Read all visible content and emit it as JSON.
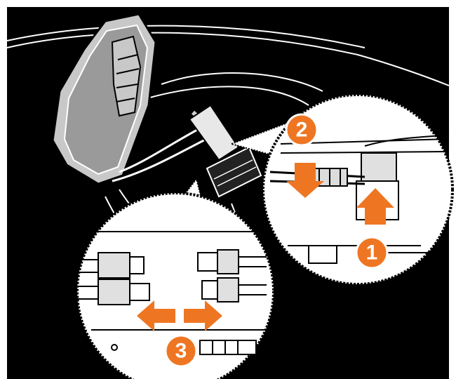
{
  "figure": {
    "kind": "installation-instruction-illustration",
    "colors": {
      "background": "#000000",
      "line_art": "#ffffff",
      "accent": "#ee7623",
      "callout_fill": "#ffffff",
      "callout_border": "#000000"
    }
  },
  "steps": [
    {
      "number": "1",
      "action": "push-up",
      "icon": "arrow-up-icon"
    },
    {
      "number": "2",
      "action": "push-down",
      "icon": "arrow-down-icon"
    },
    {
      "number": "3",
      "action": "slide-apart",
      "icon": "double-arrow-horizontal-icon"
    }
  ]
}
